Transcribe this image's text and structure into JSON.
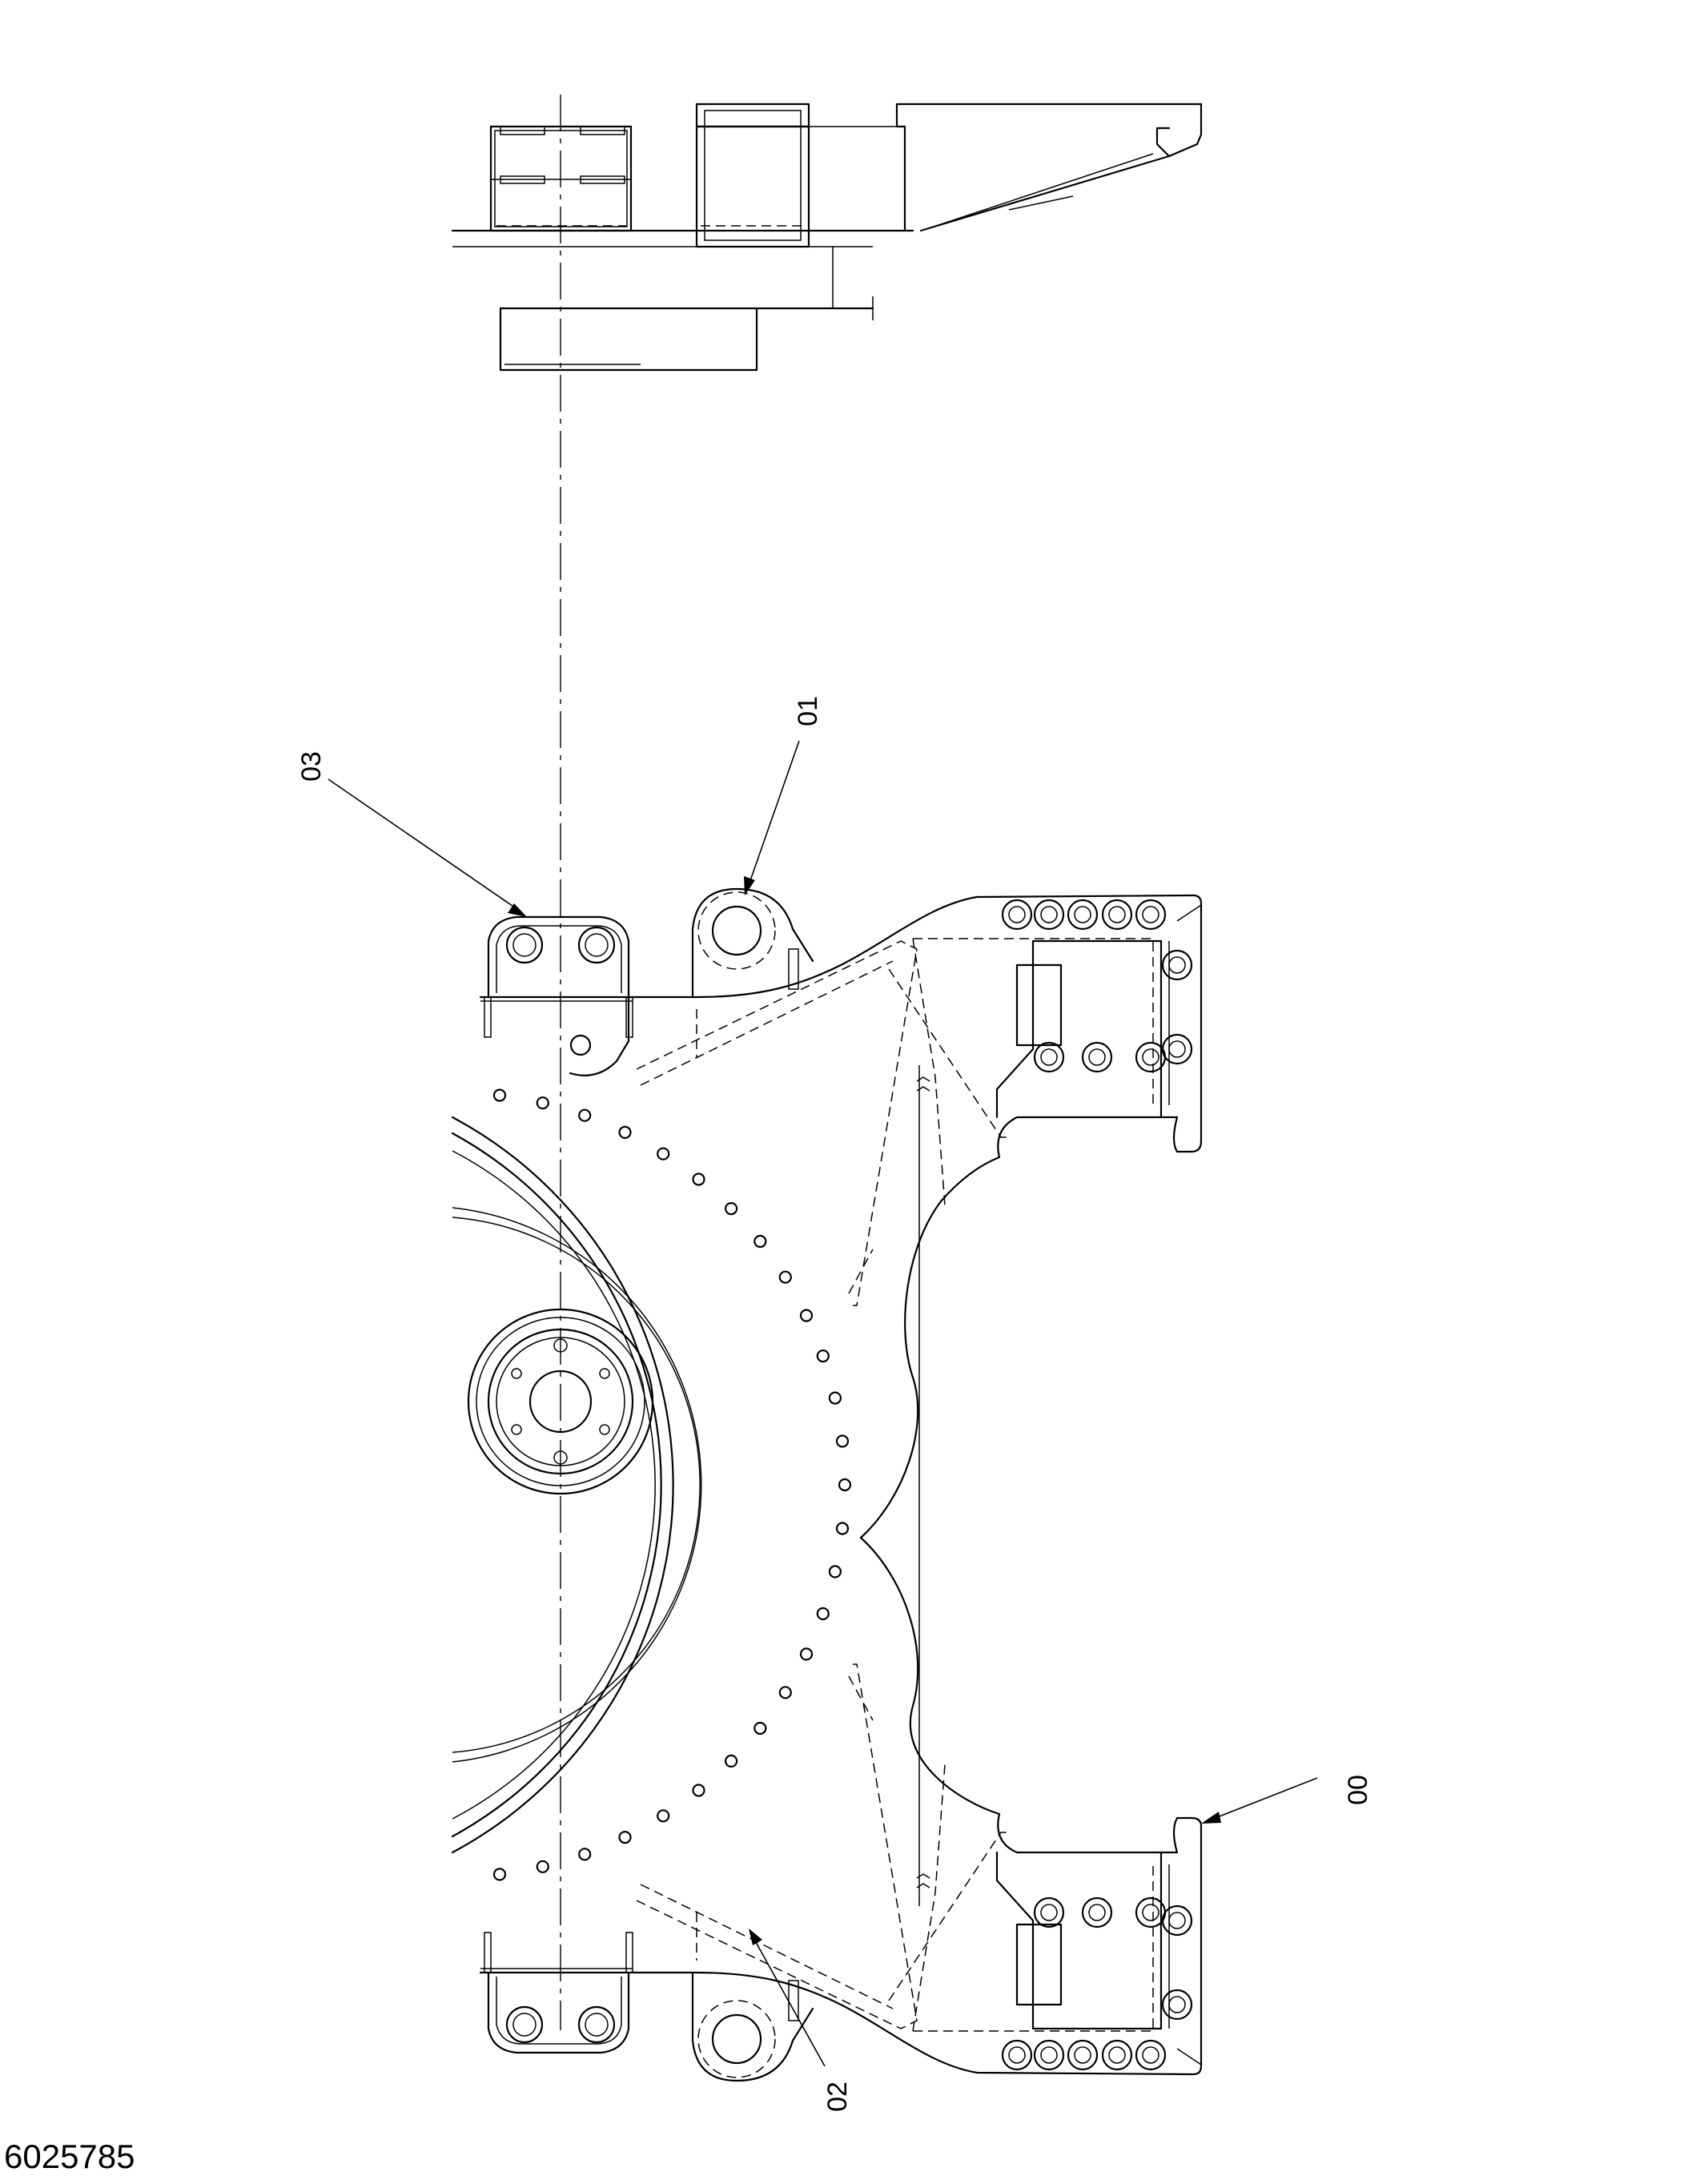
{
  "drawing": {
    "part_labels": {
      "p00": "00",
      "p01": "01",
      "p02": "02",
      "p03": "03"
    },
    "document_number": "6025785"
  }
}
